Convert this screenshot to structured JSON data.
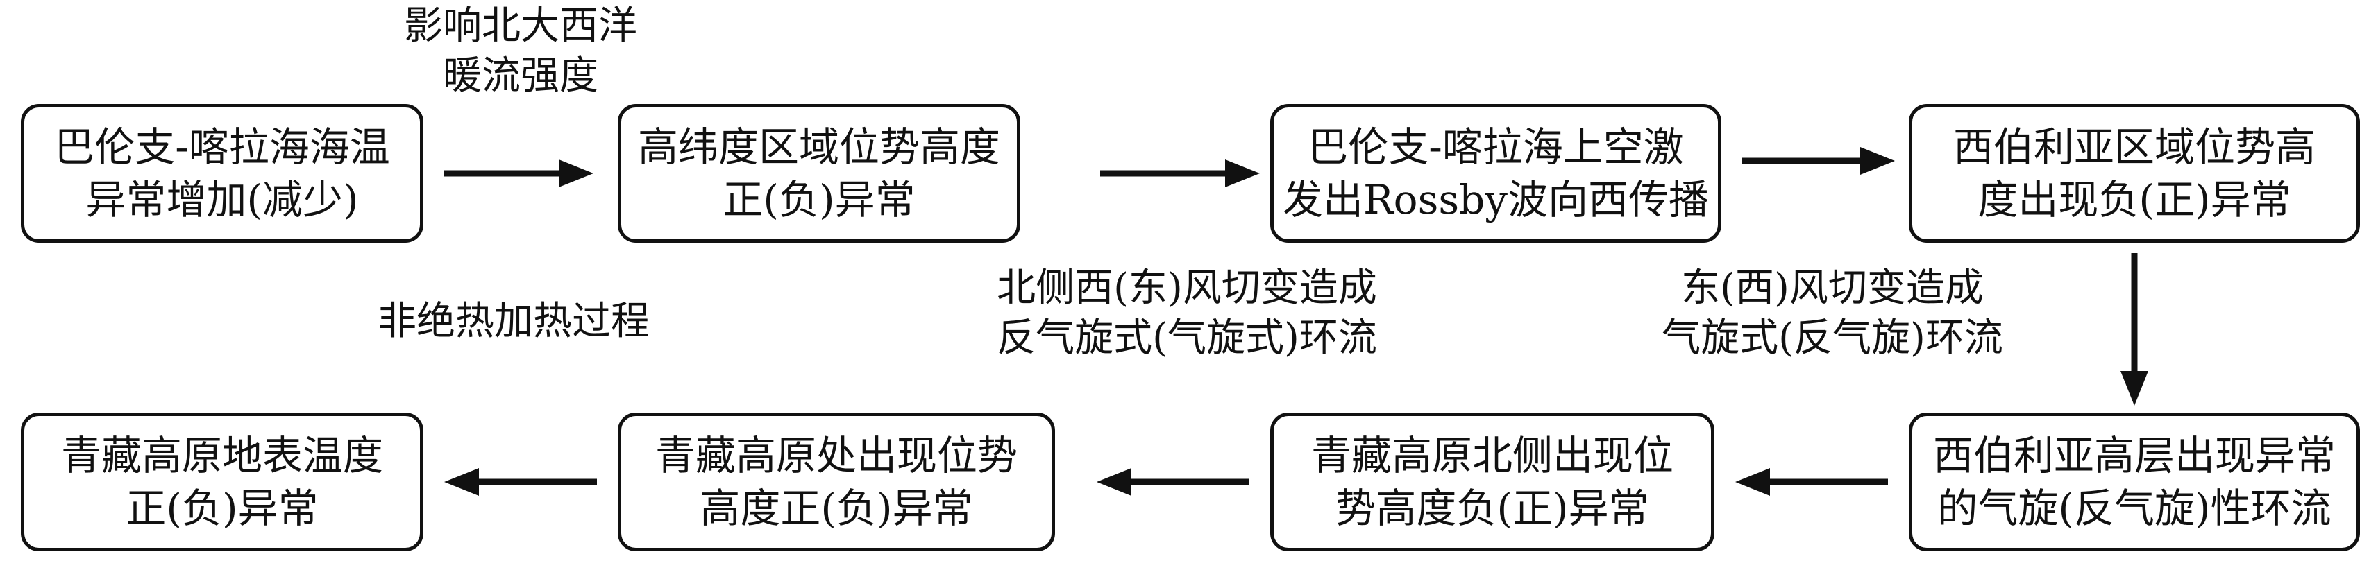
{
  "nodes": {
    "n1": {
      "line1": "巴伦支-喀拉海海温",
      "line2": "异常增加(减少)"
    },
    "n2": {
      "line1": "高纬度区域位势高度",
      "line2": "正(负)异常"
    },
    "n3": {
      "line1": "巴伦支-喀拉海上空激",
      "line2": "发出Rossby波向西传播"
    },
    "n4": {
      "line1": "西伯利亚区域位势高",
      "line2": "度出现负(正)异常"
    },
    "n5": {
      "line1": "西伯利亚高层出现异常",
      "line2": "的气旋(反气旋)性环流"
    },
    "n6": {
      "line1": "青藏高原北侧出现位",
      "line2": "势高度负(正)异常"
    },
    "n7": {
      "line1": "青藏高原处出现位势",
      "line2": "高度正(负)异常"
    },
    "n8": {
      "line1": "青藏高原地表温度",
      "line2": "正(负)异常"
    }
  },
  "labels": {
    "l1": {
      "line1": "影响北大西洋",
      "line2": "暖流强度"
    },
    "l2": {
      "line1": "非绝热加热过程"
    },
    "l3": {
      "line1": "北侧西(东)风切变造成",
      "line2": "反气旋式(气旋式)环流"
    },
    "l4": {
      "line1": "东(西)风切变造成",
      "line2": "气旋式(反气旋)环流"
    }
  },
  "colors": {
    "stroke": "#111111",
    "background": "#ffffff"
  }
}
